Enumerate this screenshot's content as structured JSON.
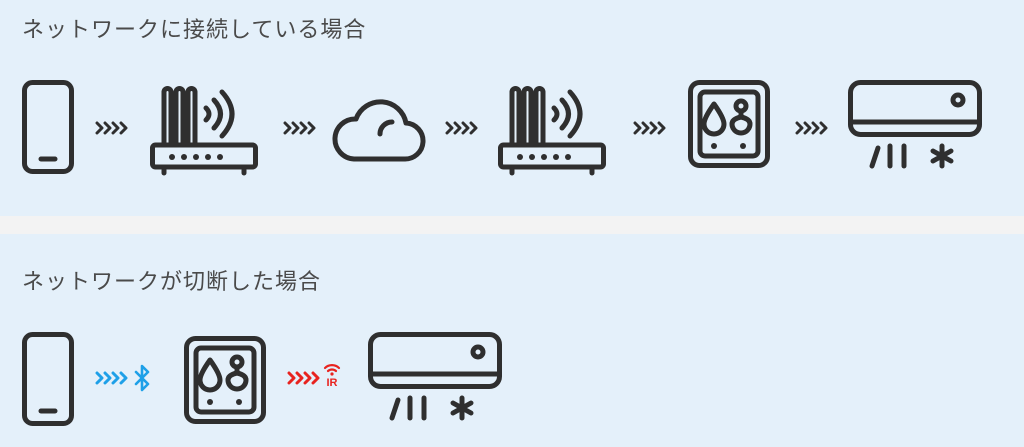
{
  "connected": {
    "title": "ネットワークに接続している場合",
    "chain": [
      "smartphone-icon",
      "router-icon",
      "cloud-icon",
      "router-icon",
      "controller-device-icon",
      "air-conditioner-icon"
    ],
    "arrow_color": "#2f2f2f"
  },
  "disconnected": {
    "title": "ネットワークが切断した場合",
    "chain": [
      "smartphone-icon",
      "controller-device-icon",
      "air-conditioner-icon"
    ],
    "bluetooth_arrow_color": "#1ea0e8",
    "infrared_arrow_color": "#e8231f",
    "ir_label": "IR"
  }
}
